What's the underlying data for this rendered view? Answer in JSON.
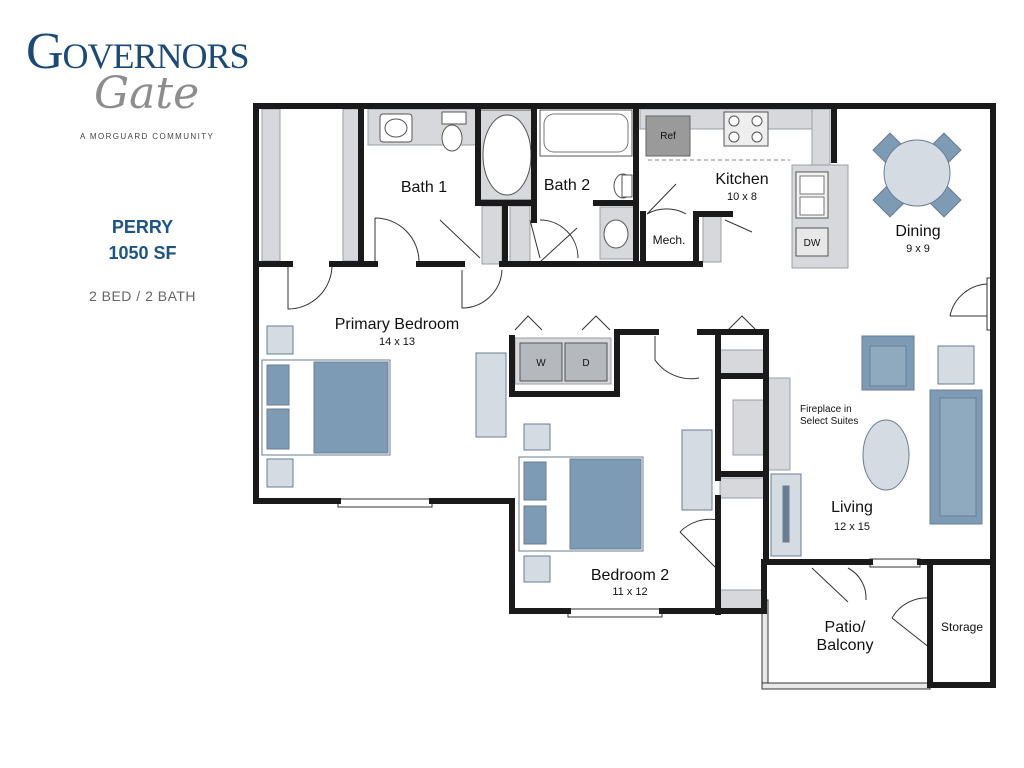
{
  "brand": {
    "name": "Governors",
    "script": "Gate",
    "tagline": "A MORGUARD COMMUNITY"
  },
  "plan": {
    "name": "PERRY",
    "size": "1050 SF",
    "beds_baths": "2 BED / 2 BATH"
  },
  "rooms": {
    "bath1": "Bath 1",
    "bath2": "Bath 2",
    "kitchen": "Kitchen",
    "kitchen_dim": "10 x 8",
    "dining": "Dining",
    "dining_dim": "9 x 9",
    "mech": "Mech.",
    "primary": "Primary Bedroom",
    "primary_dim": "14 x 13",
    "bedroom2": "Bedroom 2",
    "bedroom2_dim": "11 x 12",
    "living": "Living",
    "living_dim": "12 x 15",
    "patio_1": "Patio/",
    "patio_2": "Balcony",
    "storage": "Storage"
  },
  "notes": {
    "fireplace_1": "Fireplace in",
    "fireplace_2": "Select Suites"
  },
  "appliances": {
    "ref": "Ref",
    "dw": "DW",
    "washer": "W",
    "dryer": "D"
  },
  "colors": {
    "wall": "#1a1a1a",
    "furniture": "#7d9bb5",
    "fixture_gray": "#d4d7da",
    "brand_blue": "#1b4a78"
  }
}
